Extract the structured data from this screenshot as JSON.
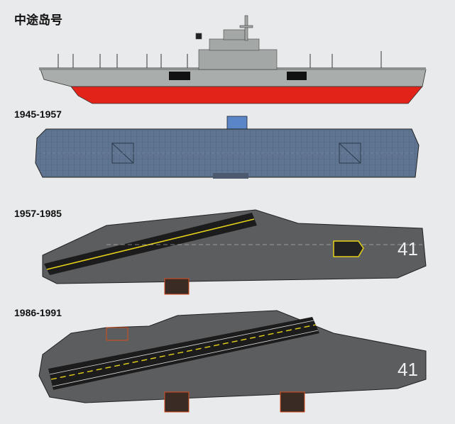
{
  "title": "中途岛号",
  "periods": [
    {
      "label": "1945-1957"
    },
    {
      "label": "1957-1985"
    },
    {
      "label": "1986-1991"
    }
  ],
  "hull_number": "41",
  "colors": {
    "background": "#e9eaec",
    "hull_gray": "#a9adab",
    "hull_red": "#e2231a",
    "deck_blue": "#5f7591",
    "deck_gray": "#5b5d5f",
    "runway": "#1c1c1c",
    "stripe_yellow": "#e6d21a"
  }
}
